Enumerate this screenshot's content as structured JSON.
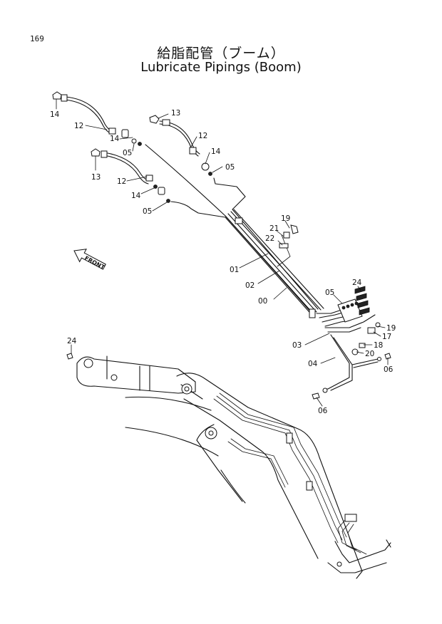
{
  "page_number": "169",
  "title_jp": "給脂配管（ブーム）",
  "title_en": "Lubricate Pipings (Boom)",
  "front_label": "FRONT",
  "callouts": {
    "c14a": "14",
    "c12a": "12",
    "c14b": "14",
    "c05a": "05",
    "c13a": "13",
    "c12b": "12",
    "c14c": "14",
    "c05b": "05",
    "c13b": "13",
    "c12c": "12",
    "c14d": "14",
    "c05c": "05",
    "c19a": "19",
    "c21": "21",
    "c22": "22",
    "c01": "01",
    "c02": "02",
    "c00": "00",
    "c05d": "05",
    "c24a": "24",
    "c19b": "19",
    "c17": "17",
    "c18": "18",
    "c20": "20",
    "c03": "03",
    "c04": "04",
    "c06a": "06",
    "c06b": "06",
    "c24b": "24"
  }
}
